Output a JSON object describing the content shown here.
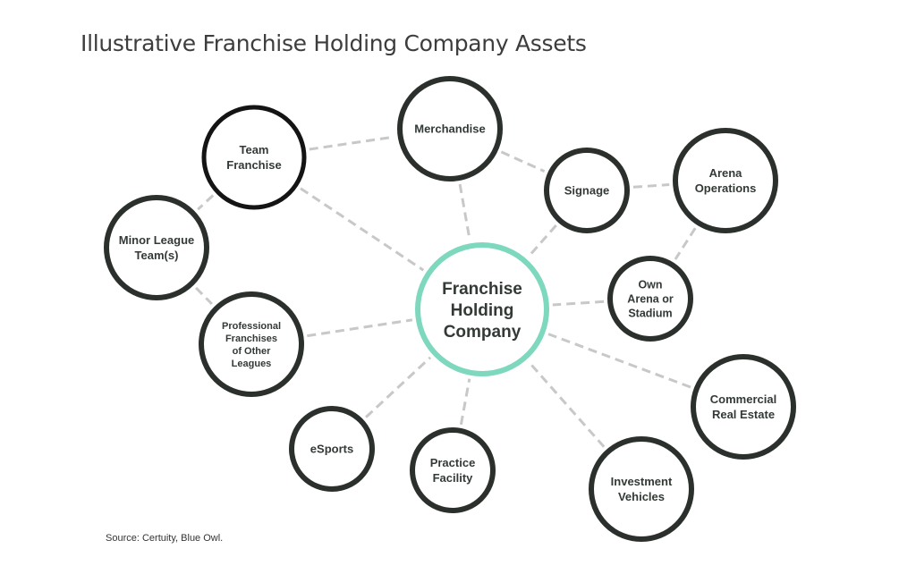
{
  "title": "Illustrative Franchise Holding Company Assets",
  "source": "Source: Certuity, Blue Owl.",
  "colors": {
    "node_border": "#2b302c",
    "team_border": "#141414",
    "center_border": "#7dd8bd",
    "connector": "#c8c8c8",
    "text": "#333a36"
  },
  "center": {
    "id": "center",
    "lines": [
      "Franchise",
      "Holding",
      "Company"
    ]
  },
  "nodes": [
    {
      "id": "team-franchise",
      "lines": [
        "Team",
        "Franchise"
      ]
    },
    {
      "id": "merchandise",
      "lines": [
        "Merchandise"
      ]
    },
    {
      "id": "signage",
      "lines": [
        "Signage"
      ]
    },
    {
      "id": "arena-operations",
      "lines": [
        "Arena",
        "Operations"
      ]
    },
    {
      "id": "minor-league",
      "lines": [
        "Minor League",
        "Team(s)"
      ]
    },
    {
      "id": "own-arena",
      "lines": [
        "Own",
        "Arena or",
        "Stadium"
      ]
    },
    {
      "id": "professional-franchises",
      "lines": [
        "Professional",
        "Franchises",
        "of Other",
        "Leagues"
      ]
    },
    {
      "id": "commercial-real-estate",
      "lines": [
        "Commercial",
        "Real Estate"
      ]
    },
    {
      "id": "esports",
      "lines": [
        "eSports"
      ]
    },
    {
      "id": "practice-facility",
      "lines": [
        "Practice",
        "Facility"
      ]
    },
    {
      "id": "investment-vehicles",
      "lines": [
        "Investment",
        "Vehicles"
      ]
    }
  ],
  "edges": [
    [
      "team-franchise",
      "center"
    ],
    [
      "merchandise",
      "center"
    ],
    [
      "signage",
      "center"
    ],
    [
      "own-arena",
      "center"
    ],
    [
      "commercial-real-estate",
      "center"
    ],
    [
      "investment-vehicles",
      "center"
    ],
    [
      "practice-facility",
      "center"
    ],
    [
      "esports",
      "center"
    ],
    [
      "professional-franchises",
      "center"
    ],
    [
      "team-franchise",
      "merchandise"
    ],
    [
      "team-franchise",
      "minor-league"
    ],
    [
      "minor-league",
      "professional-franchises"
    ],
    [
      "merchandise",
      "signage"
    ],
    [
      "signage",
      "arena-operations"
    ],
    [
      "arena-operations",
      "own-arena"
    ]
  ]
}
